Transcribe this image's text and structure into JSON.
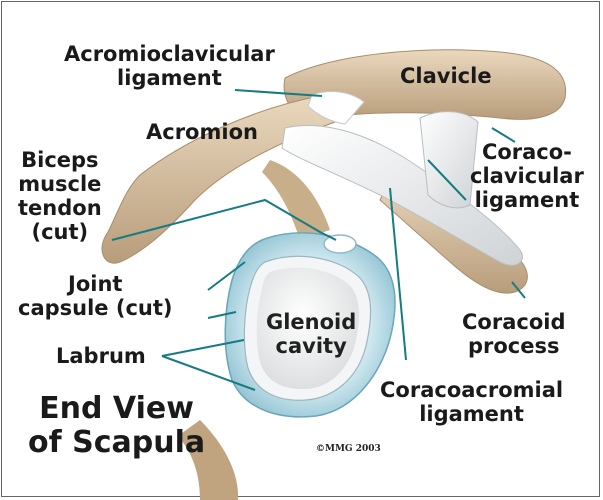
{
  "colors": {
    "bone": "#d8c2a3",
    "bone_dark": "#b39a79",
    "ligament": "#e9ebec",
    "capsule": "#a8d2e0",
    "leader": "#157c82"
  },
  "labels": {
    "acromioclavicular": [
      "Acromioclavicular",
      "ligament"
    ],
    "clavicle": "Clavicle",
    "acromion": "Acromion",
    "coracoclavicular": [
      "Coraco-",
      "clavicular",
      "ligament"
    ],
    "biceps": [
      "Biceps",
      "muscle",
      "tendon",
      "(cut)"
    ],
    "joint_capsule": [
      "Joint",
      "capsule (cut)"
    ],
    "glenoid": [
      "Glenoid",
      "cavity"
    ],
    "coracoid": [
      "Coracoid",
      "process"
    ],
    "labrum": "Labrum",
    "end_view": [
      "End View",
      "of Scapula"
    ],
    "coracoacromial": [
      "Coracoacromial",
      "ligament"
    ]
  },
  "copyright": "©MMG 2003"
}
